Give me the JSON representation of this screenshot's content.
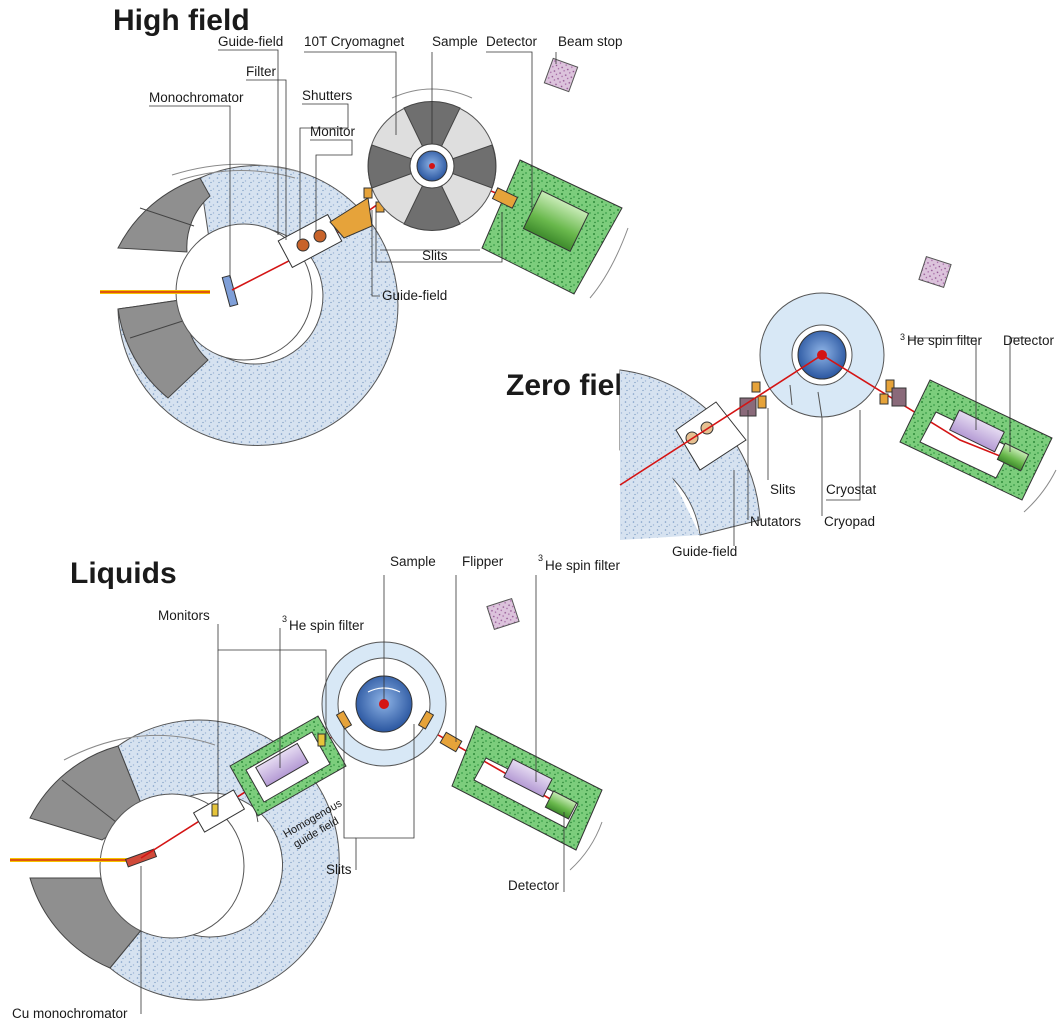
{
  "high_field": {
    "title": "High field",
    "labels": {
      "monochromator": "Monochromator",
      "guide_field_top": "Guide-field",
      "filter": "Filter",
      "shutters": "Shutters",
      "monitor": "Monitor",
      "cryomagnet": "10T Cryomagnet",
      "sample": "Sample",
      "detector": "Detector",
      "beam_stop": "Beam stop",
      "slits": "Slits",
      "guide_field_bottom": "Guide-field"
    }
  },
  "zero_field": {
    "title": "Zero field",
    "labels": {
      "spin_filter_sup": "3",
      "spin_filter": "He spin filter",
      "detector": "Detector",
      "slits": "Slits",
      "cryostat": "Cryostat",
      "nutators": "Nutators",
      "cryopad": "Cryopad",
      "guide_field": "Guide-field"
    }
  },
  "liquids": {
    "title": "Liquids",
    "labels": {
      "sample": "Sample",
      "flipper": "Flipper",
      "spin_filter_right_sup": "3",
      "spin_filter_right": "He spin filter",
      "monitors": "Monitors",
      "spin_filter_left_sup": "3",
      "spin_filter_left": "He spin filter",
      "homogenous_1": "Homogenous",
      "homogenous_2": "guide field",
      "slits": "Slits",
      "detector": "Detector",
      "cu_monochromator": "Cu monochromator"
    }
  },
  "colors": {
    "beam": "#d41414",
    "incoming_beam": "#f5c400",
    "shielding": "#c9d8ea",
    "shielding_gray": "#8f8f8f",
    "detector_shield": "#6cc56c",
    "sample_blue": "#3f6fb8",
    "cryostat_blue": "#d8e8f6",
    "slit_orange": "#e6a33a",
    "beam_stop": "#c9a6c9",
    "spin_filter": "#c9b6e0"
  }
}
